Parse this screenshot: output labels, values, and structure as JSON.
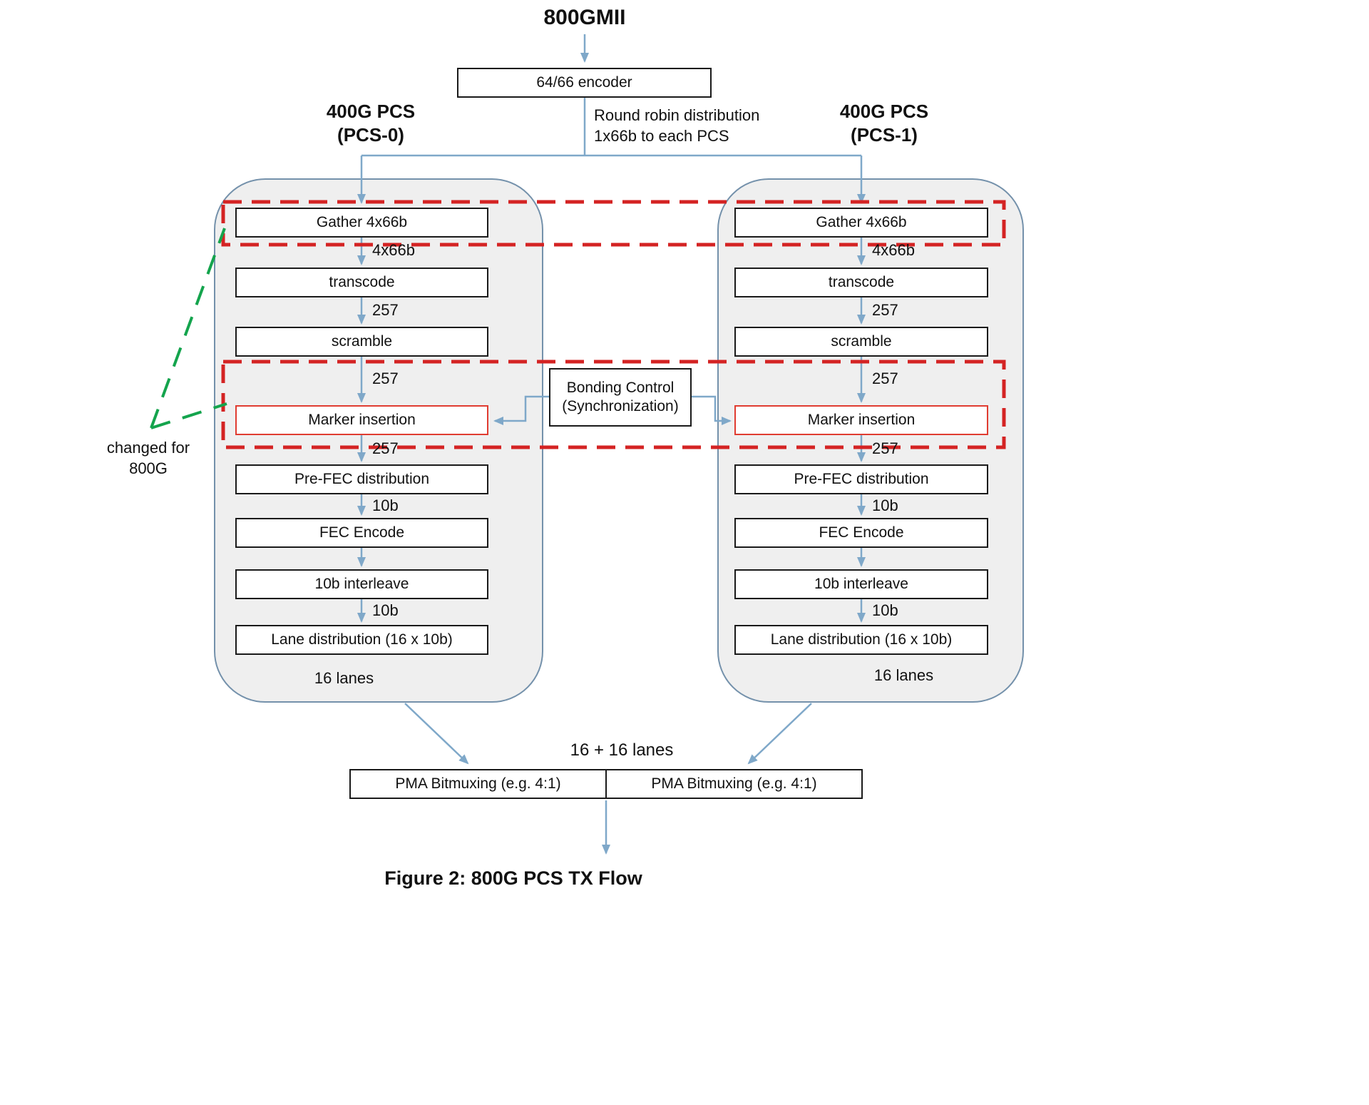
{
  "diagram": {
    "title": "800GMII",
    "encoder": "64/66 encoder",
    "distribution_note": "Round robin distribution\n1x66b to each PCS",
    "bonding_control": "Bonding Control\n(Synchronization)",
    "changed_note": "changed for\n800G",
    "lanes_sum": "16 + 16 lanes",
    "caption": "Figure 2: 800G PCS TX Flow",
    "pma": {
      "left": "PMA Bitmuxing  (e.g. 4:1)",
      "right": "PMA Bitmuxing  (e.g. 4:1)"
    },
    "pcs0": {
      "header": "400G PCS\n(PCS-0)",
      "steps": [
        "Gather 4x66b",
        "transcode",
        "scramble",
        "Marker insertion",
        "Pre-FEC distribution",
        "FEC Encode",
        "10b interleave",
        "Lane distribution  (16 x 10b)"
      ],
      "flow_labels": [
        "4x66b",
        "257",
        "257",
        "257",
        "10b",
        "10b"
      ],
      "lanes": "16 lanes"
    },
    "pcs1": {
      "header": "400G PCS\n(PCS-1)",
      "steps": [
        "Gather 4x66b",
        "transcode",
        "scramble",
        "Marker insertion",
        "Pre-FEC distribution",
        "FEC Encode",
        "10b interleave",
        "Lane distribution  (16 x 10b)"
      ],
      "flow_labels": [
        "4x66b",
        "257",
        "257",
        "257",
        "10b",
        "10b"
      ],
      "lanes": "16 lanes"
    }
  },
  "colors": {
    "arrow": "#7fa8c9",
    "container-border": "#7491ab",
    "container-fill": "#efefef",
    "box-border": "#1a1a1a",
    "red-highlight": "#d42323",
    "green-highlight": "#14a44d",
    "marker-border": "#e03c31"
  }
}
